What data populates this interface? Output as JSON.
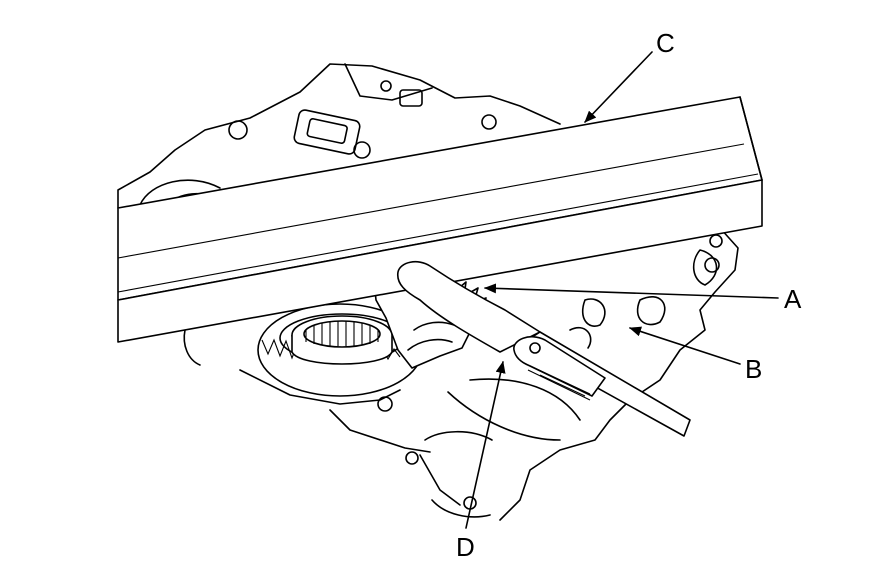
{
  "labels": {
    "a": "A",
    "b": "B",
    "c": "C",
    "d": "D"
  },
  "colors": {
    "line": "#000000",
    "background": "#ffffff"
  }
}
